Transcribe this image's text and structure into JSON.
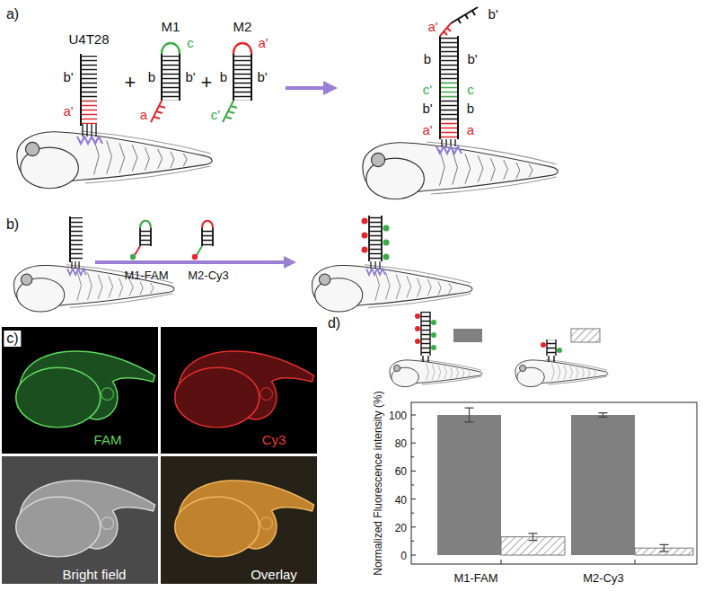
{
  "diagram": {
    "nodes": [
      {
        "text": [
          "FAM"
        ]
      },
      {
        "text": [
          "Cy3"
        ]
      },
      {
        "text": [
          "Bright field"
        ]
      },
      {
        "text": [
          "Overlay"
        ]
      }
    ],
    "labels": [
      "a)",
      "U4T28",
      "b'",
      "a'",
      "+",
      "M1",
      "c",
      "b",
      "b'",
      "a",
      "+",
      "M2",
      "a'",
      "b",
      "b'",
      "c'",
      "b'",
      "a'",
      "b",
      "b'",
      "c'",
      "c",
      "b'",
      "b",
      "a'",
      "a",
      "b)",
      "M1-FAM",
      "M2-Cy3",
      "c)",
      "d)",
      "Normalized Fluorescence intensity (%)",
      "100",
      "80",
      "60",
      "40",
      "20",
      "0",
      "M1-FAM",
      "M2-Cy3"
    ]
  }
}
